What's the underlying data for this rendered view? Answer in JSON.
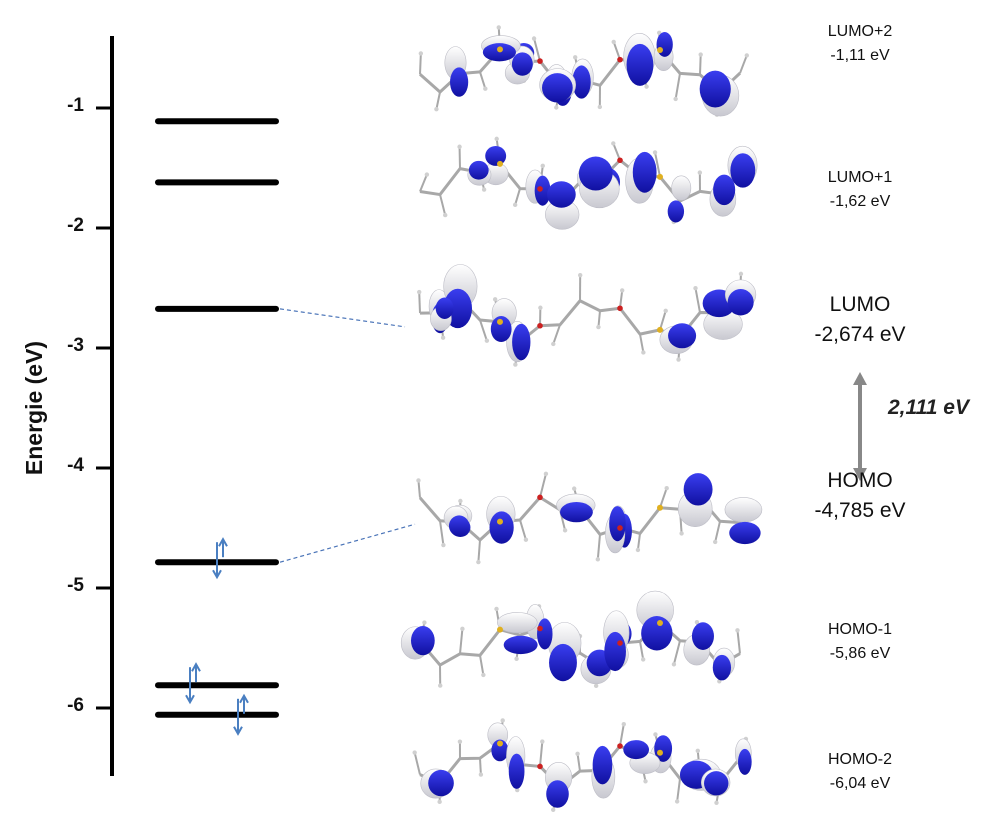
{
  "chart_data": {
    "type": "energy-level-diagram",
    "ylabel": "Energie (eV)",
    "ylim": [
      -6.5,
      -0.5
    ],
    "yticks": [
      -1,
      -2,
      -3,
      -4,
      -5,
      -6
    ],
    "ytick_labels": [
      "-1",
      "-2",
      "-3",
      "-4",
      "-5",
      "-6"
    ],
    "levels": [
      {
        "name": "LUMO+2",
        "energy": -1.11,
        "energy_label": "-1,11 eV",
        "electrons": 0
      },
      {
        "name": "LUMO+1",
        "energy": -1.62,
        "energy_label": "-1,62 eV",
        "electrons": 0
      },
      {
        "name": "LUMO",
        "energy": -2.674,
        "energy_label": "-2,674 eV",
        "electrons": 0
      },
      {
        "name": "HOMO",
        "energy": -4.785,
        "energy_label": "-4,785 eV",
        "electrons": 2
      },
      {
        "name": "HOMO-1",
        "energy": -5.86,
        "energy_label": "-5,86 eV",
        "electrons": 2
      },
      {
        "name": "HOMO-2",
        "energy": -6.04,
        "energy_label": "-6,04 eV",
        "electrons": 2
      }
    ],
    "gap": {
      "from": "HOMO",
      "to": "LUMO",
      "value": 2.111,
      "label": "2,111 eV"
    }
  },
  "colors": {
    "level": "#000000",
    "axis": "#000000",
    "connector": "#4a74b8",
    "spin_arrow": "#4a7fc1",
    "gap_arrow": "#888888",
    "orbital_lobe": "#1f22c8",
    "orbital_lobe_light": "#e8e8ec",
    "atom_bond": "#a8a8a8"
  }
}
